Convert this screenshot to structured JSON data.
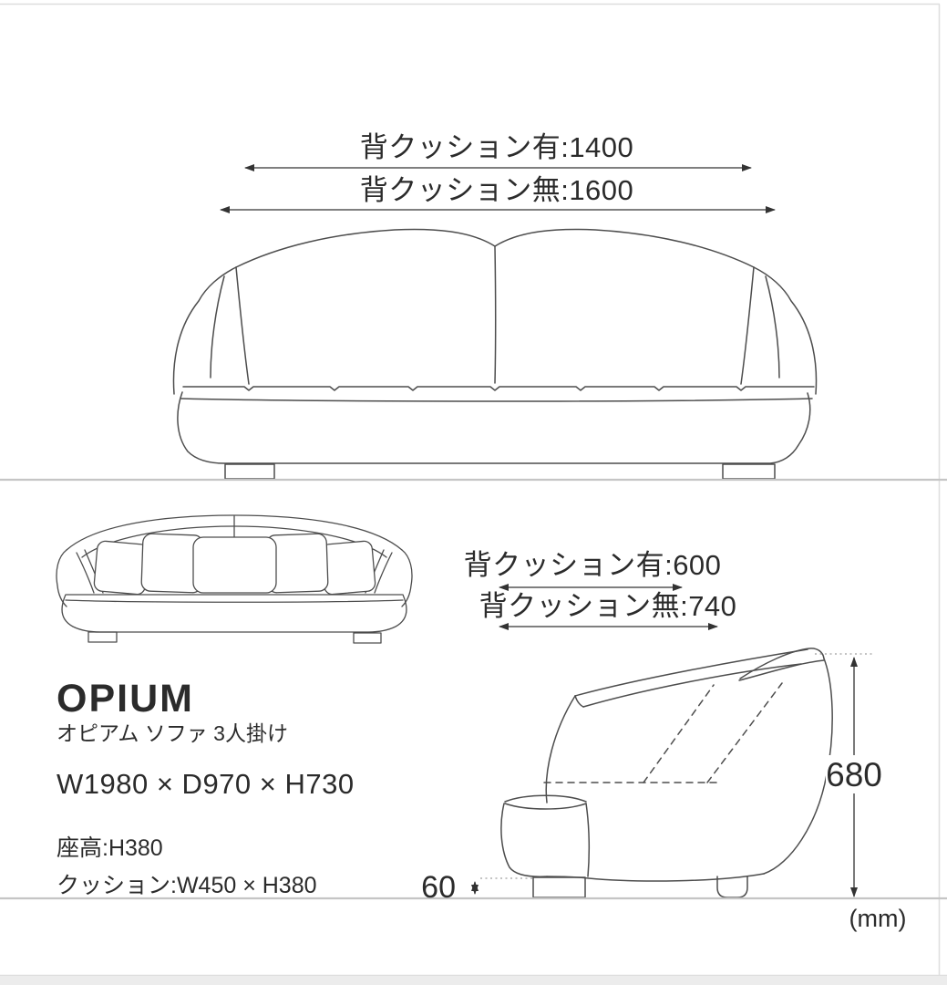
{
  "product": {
    "name": "OPIUM",
    "subtitle": "オピアム ソファ 3人掛け",
    "overall_size": "W1980 × D970 × H730",
    "seat_height": "座高:H380",
    "cushion_size": "クッション:W450 × H380"
  },
  "front_view": {
    "width_with_back_cushion": "背クッション有:1400",
    "width_without_back_cushion": "背クッション無:1600"
  },
  "side_view": {
    "depth_with_back_cushion": "背クッション有:600",
    "depth_without_back_cushion": "背クッション無:740",
    "total_height": "680",
    "leg_height": "60"
  },
  "unit_label": "(mm)",
  "colors": {
    "line": "#4d4d4d",
    "dim": "#333333",
    "floor": "#c5c5c5",
    "text": "#2b2b2b",
    "frame": "#dedede"
  }
}
